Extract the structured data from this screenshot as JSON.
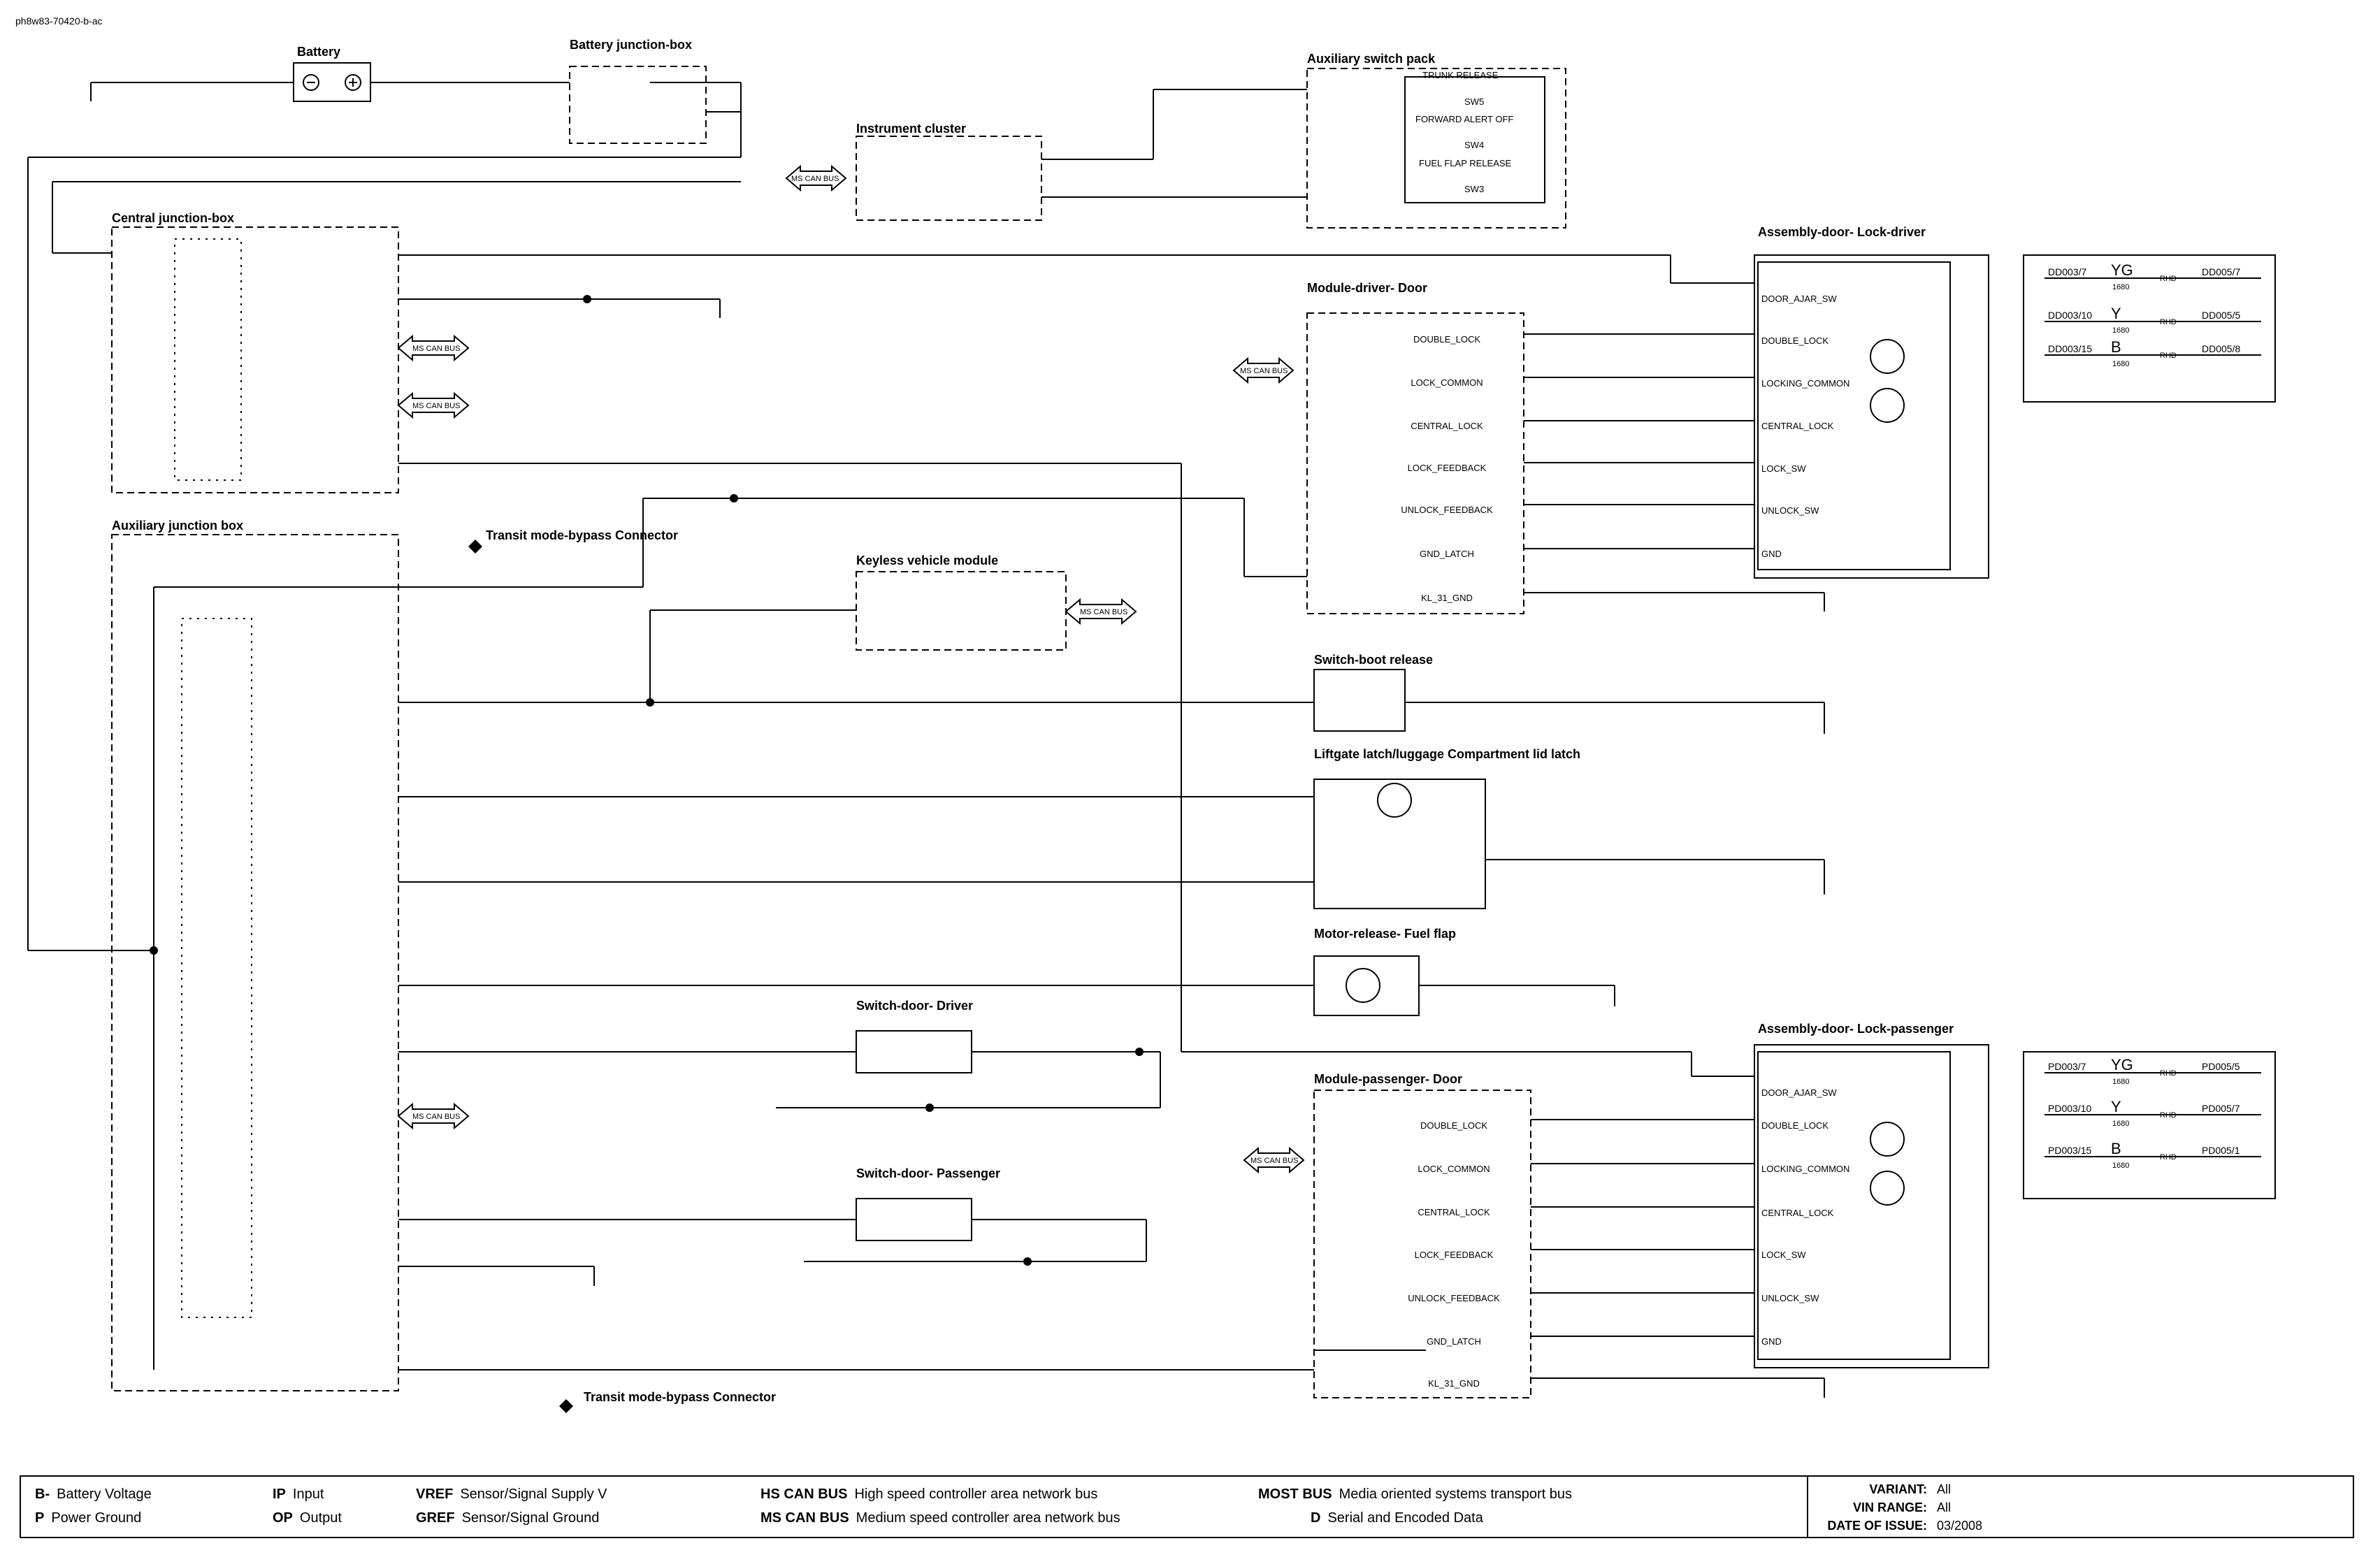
{
  "doc_id": "ph8w83-70420-b-ac",
  "components": {
    "battery": "Battery",
    "battery_jb": "Battery junction-box",
    "aux_switch_pack": "Auxiliary switch pack",
    "instrument_cluster": "Instrument cluster",
    "central_jb": "Central junction-box",
    "aux_jb": "Auxiliary junction box",
    "transit_bypass_1": "Transit mode-bypass Connector",
    "transit_bypass_2": "Transit mode-bypass Connector",
    "keyless_module": "Keyless vehicle module",
    "switch_boot_release": "Switch-boot release",
    "liftgate_latch": "Liftgate latch/luggage Compartment lid latch",
    "motor_release_fuel": "Motor-release- Fuel flap",
    "switch_door_driver": "Switch-door- Driver",
    "switch_door_passenger": "Switch-door- Passenger",
    "module_driver_door": "Module-driver- Door",
    "module_passenger_door": "Module-passenger- Door",
    "assembly_lock_driver": "Assembly-door- Lock-driver",
    "assembly_lock_passenger": "Assembly-door- Lock-passenger"
  },
  "switch_pack_items": [
    "TRUNK RELEASE",
    "SW5",
    "FORWARD ALERT OFF",
    "SW4",
    "FUEL FLAP RELEASE",
    "SW3"
  ],
  "ms_can_bus": "MS CAN BUS",
  "driver_lock_table": [
    {
      "from": "DD003/7",
      "color": "YG",
      "size": "1680",
      "tag": "RHD",
      "to": "DD005/7"
    },
    {
      "from": "DD003/10",
      "color": "Y",
      "size": "1680",
      "tag": "RHD",
      "to": "DD005/5"
    },
    {
      "from": "DD003/15",
      "color": "B",
      "size": "1680",
      "tag": "RHD",
      "to": "DD005/8"
    }
  ],
  "passenger_lock_table": [
    {
      "from": "PD003/7",
      "color": "YG",
      "size": "1680",
      "tag": "RHD",
      "to": "PD005/5"
    },
    {
      "from": "PD003/10",
      "color": "Y",
      "size": "1680",
      "tag": "RHD",
      "to": "PD005/7"
    },
    {
      "from": "PD003/15",
      "color": "B",
      "size": "1680",
      "tag": "RHD",
      "to": "PD005/1"
    }
  ],
  "door_module_rows": [
    "DOUBLE_LOCK",
    "LOCK_COMMON",
    "CENTRAL_LOCK",
    "LOCK_FEEDBACK",
    "UNLOCK_FEEDBACK",
    "GND_LATCH",
    "KL_31_GND"
  ],
  "lock_assembly_rows": [
    "DOOR_AJAR_SW",
    "DOUBLE_LOCK",
    "LOCKING_COMMON",
    "CENTRAL_LOCK",
    "LOCK_SW",
    "UNLOCK_SW",
    "GND"
  ],
  "legend": {
    "bplus": {
      "key": "B-",
      "text": "Battery Voltage"
    },
    "p": {
      "key": "P",
      "text": "Power Ground"
    },
    "ip": {
      "key": "IP",
      "text": "Input"
    },
    "op": {
      "key": "OP",
      "text": "Output"
    },
    "vref": {
      "key": "VREF",
      "text": "Sensor/Signal Supply V"
    },
    "gref": {
      "key": "GREF",
      "text": "Sensor/Signal Ground"
    },
    "hs": {
      "key": "HS CAN BUS",
      "text": "High speed controller area network bus"
    },
    "ms": {
      "key": "MS CAN BUS",
      "text": "Medium speed controller area network bus"
    },
    "most": {
      "key": "MOST BUS",
      "text": "Media oriented systems transport bus"
    },
    "d": {
      "key": "D",
      "text": "Serial and Encoded Data"
    }
  },
  "meta": {
    "variant_label": "VARIANT:",
    "variant": "All",
    "vin_label": "VIN RANGE:",
    "vin": "All",
    "date_label": "DATE OF ISSUE:",
    "date": "03/2008"
  }
}
